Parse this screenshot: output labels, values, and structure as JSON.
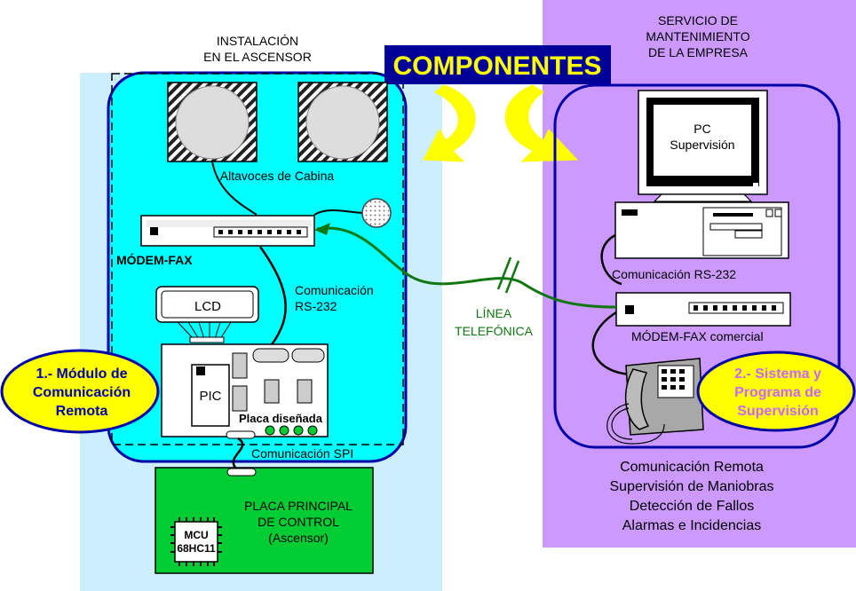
{
  "title": "COMPONENTES",
  "installation": {
    "heading_line1": "INSTALACIÓN",
    "heading_line2": "EN EL ASCENSOR",
    "speakers_label": "Altavoces de Cabina",
    "modem_label": "MÓDEM-FAX",
    "comm_rs232_line1": "Comunicación",
    "comm_rs232_line2": "RS-232",
    "lcd_label": "LCD",
    "pic_label": "PIC",
    "board_label": "Placa diseñada",
    "spi_label": "Comunicación SPI"
  },
  "main_board": {
    "line1": "PLACA PRINCIPAL",
    "line2": "DE CONTROL",
    "line3": "(Ascensor)",
    "mcu_line1": "MCU",
    "mcu_line2": "68HC11"
  },
  "module_badge": {
    "line1": "1.- Módulo de",
    "line2": "Comunicación",
    "line3": "Remota"
  },
  "phone_line": {
    "line1": "LÍNEA",
    "line2": "TELEFÓNICA"
  },
  "service": {
    "heading_line1": "SERVICIO DE",
    "heading_line2": "MANTENIMIENTO",
    "heading_line3": "DE LA EMPRESA",
    "pc_line1": "PC",
    "pc_line2": "Supervisión",
    "comm_rs232": "Comunicación RS-232",
    "modem_label": "MÓDEM-FAX comercial"
  },
  "system_badge": {
    "line1": "2.- Sistema y",
    "line2": "Programa de",
    "line3": "Supervisión"
  },
  "functions": [
    "Comunicación Remota",
    "Supervisión de Maniobras",
    "Detección de Fallos",
    "Alarmas e Incidencias"
  ],
  "colors": {
    "light_blue_panel": "#cdeefc",
    "cyan_box": "#00ffff",
    "purple_panel": "#cc99ff",
    "green_board": "#00cc33",
    "title_bg": "#000099",
    "title_text": "#ffff00",
    "badge_fill": "#ffff00",
    "phone_line_green": "#117711",
    "outline_blue": "#0000aa"
  }
}
